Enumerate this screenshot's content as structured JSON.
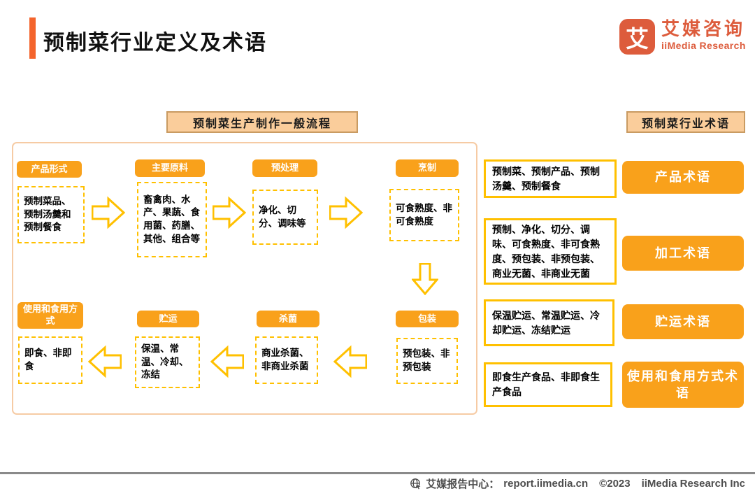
{
  "page": {
    "title": "预制菜行业定义及术语"
  },
  "logo": {
    "symbol": "艾",
    "name_cn": "艾媒咨询",
    "name_en": "iiMedia Research"
  },
  "colors": {
    "accent_orange": "#F9A11B",
    "gold": "#FFC000",
    "peach_fill": "#FACD9B",
    "brand_red": "#DD5C3C",
    "title_bar": "#F4642C"
  },
  "flow": {
    "header": "预制菜生产制作一般流程",
    "row1": [
      {
        "label": "产品形式",
        "content": "预制菜品、预制汤羹和预制餐食"
      },
      {
        "label": "主要原料",
        "content": "畜禽肉、水产、果蔬、食用菌、药膳、其他、组合等"
      },
      {
        "label": "预处理",
        "content": "净化、切分、调味等"
      },
      {
        "label": "烹制",
        "content": "可食熟度、非可食熟度"
      }
    ],
    "row2": [
      {
        "label": "使用和食用方式",
        "content": "即食、非即食"
      },
      {
        "label": "贮运",
        "content": "保温、常温、冷却、冻结"
      },
      {
        "label": "杀菌",
        "content": "商业杀菌、非商业杀菌"
      },
      {
        "label": "包装",
        "content": "预包装、非预包装"
      }
    ]
  },
  "terms": {
    "header": "预制菜行业术语",
    "items": [
      {
        "content": "预制菜、预制产品、预制汤羹、预制餐食",
        "label": "产品术语"
      },
      {
        "content": "预制、净化、切分、调味、可食熟度、非可食熟度、预包装、非预包装、商业无菌、非商业无菌",
        "label": "加工术语"
      },
      {
        "content": "保温贮运、常温贮运、冷却贮运、冻结贮运",
        "label": "贮运术语"
      },
      {
        "content": "即食生产食品、非即食生产食品",
        "label": "使用和食用方式术语"
      }
    ]
  },
  "footer": {
    "center_label": "艾媒报告中心：",
    "url": "report.iimedia.cn",
    "copyright": "©2023",
    "company": "iiMedia Research Inc"
  }
}
